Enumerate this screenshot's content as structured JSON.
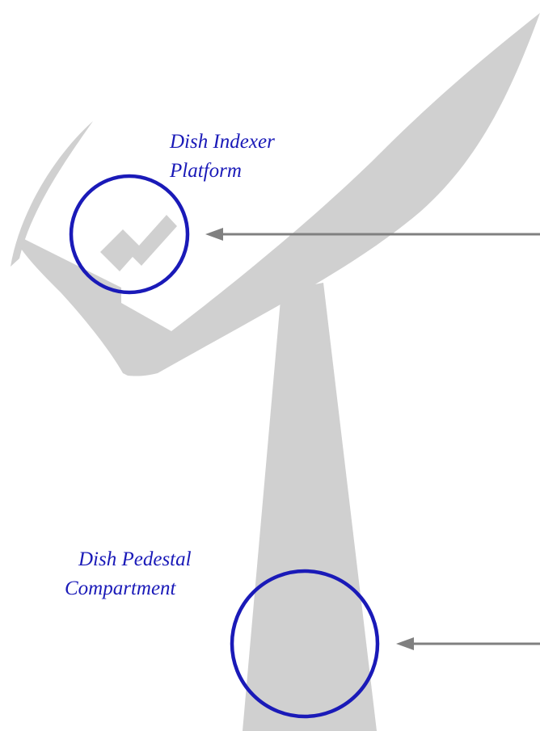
{
  "labels": {
    "indexer_line1": "Dish Indexer",
    "indexer_line2": "Platform",
    "pedestal_line1": "Dish Pedestal",
    "pedestal_line2": "Compartment"
  },
  "colors": {
    "structure": "#d0d0d0",
    "highlight": "#1a1ab8",
    "arrow": "#808080",
    "background": "#ffffff"
  }
}
